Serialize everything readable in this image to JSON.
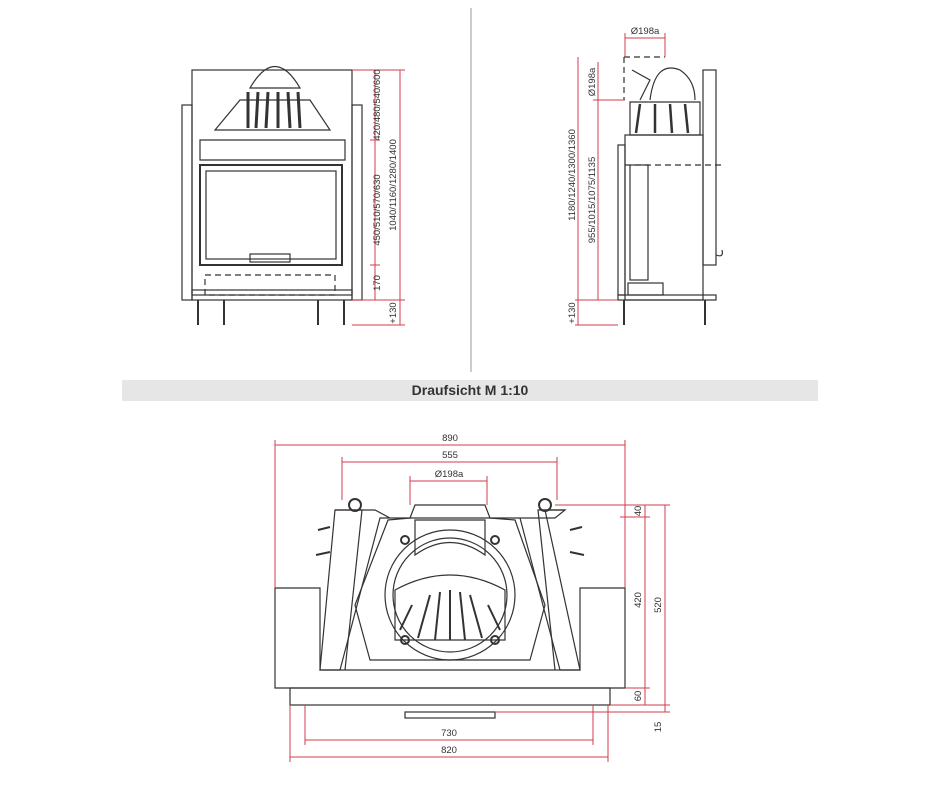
{
  "section_title": "Draufsicht M 1:10",
  "front_view": {
    "dims": [
      "420/480/540/600",
      "450/510/570/630",
      "170",
      "1040/1160/1280/1400",
      "+130"
    ]
  },
  "side_view": {
    "dims": [
      "Ø198a",
      "Ø198a",
      "1180/1240/1300/1360",
      "955/1015/1075/1135",
      "+130"
    ]
  },
  "top_view": {
    "dims_top": [
      "890",
      "555",
      "Ø198a"
    ],
    "dims_right": [
      "40",
      "420",
      "520",
      "60",
      "15"
    ],
    "dims_bottom": [
      "730",
      "820"
    ]
  },
  "colors": {
    "dimension": "#d23c4b",
    "line": "#333333",
    "banner": "#e6e6e6"
  }
}
